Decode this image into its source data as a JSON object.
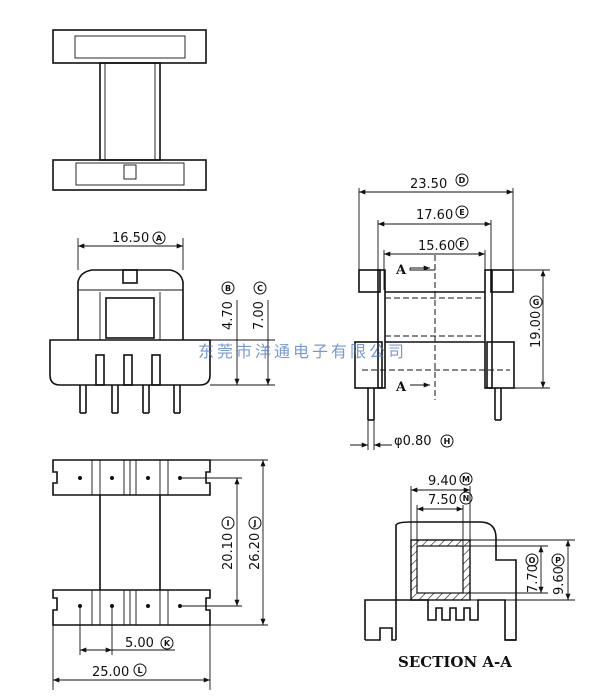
{
  "dimensions": {
    "d23_50": "23.50",
    "d17_60": "17.60",
    "d15_60": "15.60",
    "d19_00": "19.00",
    "d16_50": "16.50",
    "d4_70": "4.70",
    "d7_00": "7.00",
    "d0_80": "φ0.80",
    "d20_10": "20.10",
    "d26_20": "26.20",
    "d5_00": "5.00",
    "d25_00": "25.00",
    "d9_40": "9.40",
    "d7_50": "7.50",
    "d7_70": "7.70",
    "d9_60": "9.60"
  },
  "labels": {
    "A": "A",
    "B": "B",
    "C": "C",
    "D": "D",
    "E": "E",
    "F": "F",
    "G": "G",
    "H": "H",
    "I": "I",
    "J": "J",
    "K": "K",
    "L": "L",
    "M": "M",
    "N": "N",
    "O": "O",
    "P": "P"
  },
  "section_arrow_top": "A",
  "section_arrow_bottom": "A",
  "section_title": "SECTION A-A",
  "watermark": "东莞市洋通电子有限公司"
}
